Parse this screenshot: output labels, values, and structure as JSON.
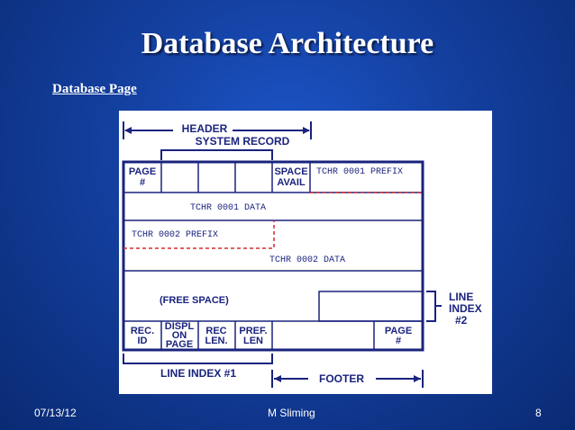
{
  "slide": {
    "title": "Database Architecture",
    "subtitle": "Database Page",
    "footer_date": "07/13/12",
    "footer_author": "M Sliming",
    "slide_number": "8"
  },
  "diagram": {
    "header_label": "HEADER",
    "system_record_label": "SYSTEM RECORD",
    "page_num_label": [
      "PAGE",
      "#"
    ],
    "space_avail_label": [
      "SPACE",
      "AVAIL"
    ],
    "tchr1_prefix": "TCHR 0001 PREFIX",
    "tchr1_data": "TCHR 0001 DATA",
    "tchr2_prefix": "TCHR 0002 PREFIX",
    "tchr2_data": "TCHR 0002 DATA",
    "free_space_label": "(FREE SPACE)",
    "rec_id_label": [
      "REC.",
      "ID"
    ],
    "displ_label": [
      "DISPL",
      "ON",
      "PAGE"
    ],
    "rec_len_label": [
      "REC",
      "LEN."
    ],
    "pref_len_label": [
      "PREF.",
      "LEN"
    ],
    "page_num2_label": [
      "PAGE",
      "#"
    ],
    "line_index2_label": [
      "LINE",
      "INDEX",
      "#2"
    ],
    "line_index1_label": "LINE INDEX #1",
    "footer_label": "FOOTER",
    "colors": {
      "ink": "#1a237e",
      "dashed": "#d32f2f"
    }
  }
}
